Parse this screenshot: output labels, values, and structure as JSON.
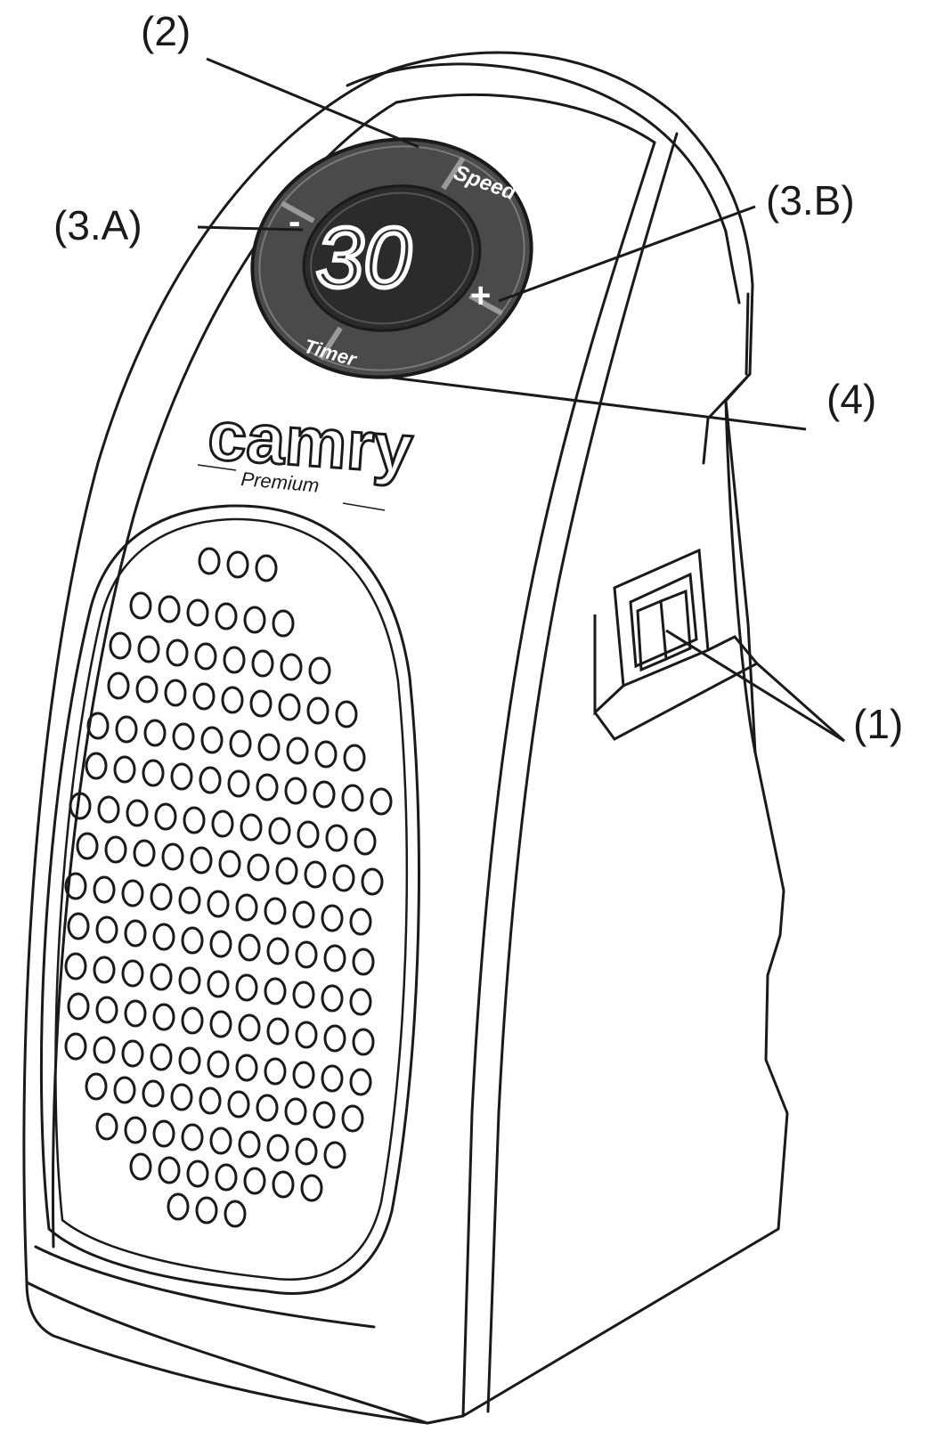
{
  "callouts": {
    "c2": "(2)",
    "c3a": "(3.A)",
    "c3b": "(3.B)",
    "c4": "(4)",
    "c1": "(1)"
  },
  "panel": {
    "speed": "Speed",
    "timer": "Timer",
    "minus": "-",
    "plus": "+",
    "display": "30"
  },
  "brand": {
    "name": "camry",
    "tagline": "Premium"
  },
  "colors": {
    "line": "#1a1a1a",
    "panel": "#4a4a4a",
    "panel_dark": "#2b2b2b",
    "display_text": "#ffffff",
    "body": "#ffffff"
  }
}
